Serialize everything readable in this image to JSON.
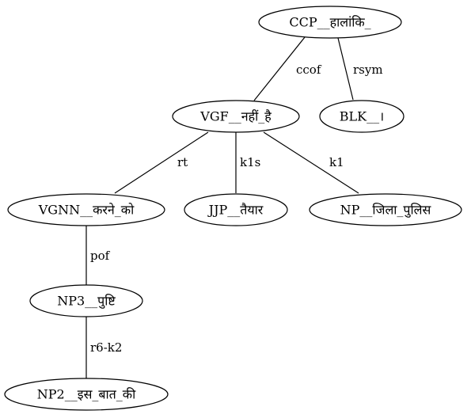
{
  "diagram": {
    "nodes": [
      {
        "id": "ccp",
        "label": "CCP__हालांकि_"
      },
      {
        "id": "vgf",
        "label": "VGF__नहीं_है"
      },
      {
        "id": "blk",
        "label": "BLK__।"
      },
      {
        "id": "vgnn",
        "label": "VGNN__करने_को"
      },
      {
        "id": "jjp",
        "label": "JJP__तैयार"
      },
      {
        "id": "np",
        "label": "NP__जिला_पुलिस"
      },
      {
        "id": "np3",
        "label": "NP3__पुष्टि"
      },
      {
        "id": "np2",
        "label": "NP2__इस_बात_की"
      }
    ],
    "edges": [
      {
        "id": "ccp-vgf",
        "from": "ccp",
        "to": "vgf",
        "label": "ccof"
      },
      {
        "id": "ccp-blk",
        "from": "ccp",
        "to": "blk",
        "label": "rsym"
      },
      {
        "id": "vgf-vgnn",
        "from": "vgf",
        "to": "vgnn",
        "label": "rt"
      },
      {
        "id": "vgf-jjp",
        "from": "vgf",
        "to": "jjp",
        "label": "k1s"
      },
      {
        "id": "vgf-np",
        "from": "vgf",
        "to": "np",
        "label": "k1"
      },
      {
        "id": "vgnn-np3",
        "from": "vgnn",
        "to": "np3",
        "label": "pof"
      },
      {
        "id": "np3-np2",
        "from": "np3",
        "to": "np2",
        "label": "r6-k2"
      }
    ]
  }
}
